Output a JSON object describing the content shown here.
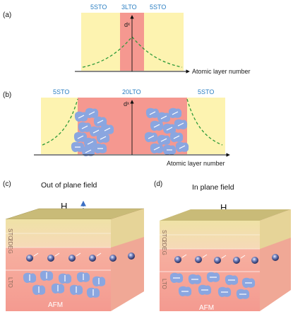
{
  "panel_a": {
    "label": "(a)",
    "left_layer": "5STO",
    "center_layer": "3LTO",
    "right_layer": "5STO",
    "y_label": "dˣ",
    "x_label": "Atomic layer number"
  },
  "panel_b": {
    "label": "(b)",
    "left_layer": "5STO",
    "center_layer": "20LTO",
    "right_layer": "5STO",
    "y_label": "dˣ",
    "x_label": "Atomic layer number"
  },
  "panel_c": {
    "label": "(c)",
    "title": "Out of plane field",
    "field": "H",
    "layer_sto": "STO",
    "layer_2deg": "2DEG",
    "layer_lto": "LTO",
    "afm": "AFM"
  },
  "panel_d": {
    "label": "(d)",
    "title": "In plane field",
    "field": "H",
    "layer_sto": "STO",
    "layer_2deg": "2DEG",
    "layer_lto": "LTO",
    "afm": "AFM"
  },
  "colors": {
    "sto": "#fdf3b0",
    "lto": "#f59890",
    "orbital": "#8aa6e0",
    "curve": "#2e9a3a",
    "arrow": "#3b6fc4"
  }
}
